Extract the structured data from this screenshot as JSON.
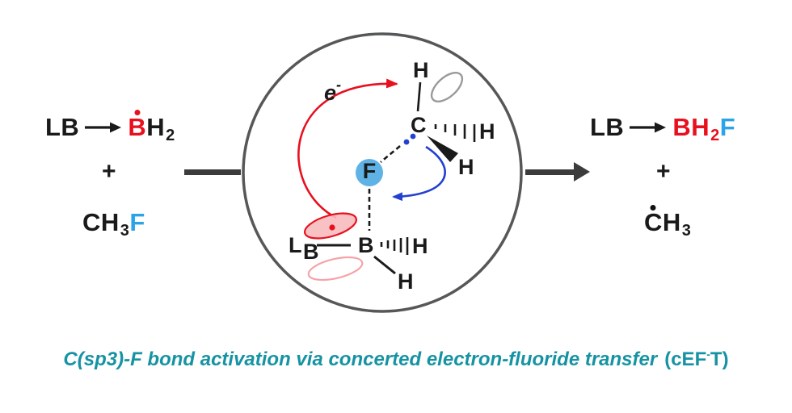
{
  "colors": {
    "radical_red": "#e8101e",
    "fluoride_blue": "#2aa3e8",
    "fluoride_sphere_fill": "#5fb2e6",
    "electron_arrow_blue": "#2440cf",
    "caption_teal": "#1693a3",
    "circle_gray": "#565759",
    "reaction_arrow_dark": "#3c3c3c"
  },
  "reactants": {
    "line1": {
      "lb": "LB",
      "b": "B",
      "h": "H",
      "sub": "2"
    },
    "plus": "+",
    "line2": {
      "c": "C",
      "h": "H",
      "sub": "3",
      "f": "F"
    }
  },
  "products": {
    "line1": {
      "lb": "LB",
      "b": "B",
      "h": "H",
      "sub": "2",
      "f": "F"
    },
    "plus": "+",
    "line2": {
      "c": "C",
      "h": "H",
      "sub": "3"
    }
  },
  "circle": {
    "electron_label": "e",
    "electron_charge": "-",
    "h_top": "H",
    "carbon": "C",
    "h_right": "H",
    "h_bottom": "H",
    "fluorine": "F",
    "ligand": "L",
    "ligand_sub": "B",
    "boron": "B",
    "boron_h_right": "H",
    "boron_h_bottom": "H"
  },
  "caption": {
    "italic_text": "C(sp3)-F bond activation via concerted electron-fluoride transfer",
    "upright_open": "(cEF",
    "superscript": "-",
    "upright_close": "T)"
  }
}
